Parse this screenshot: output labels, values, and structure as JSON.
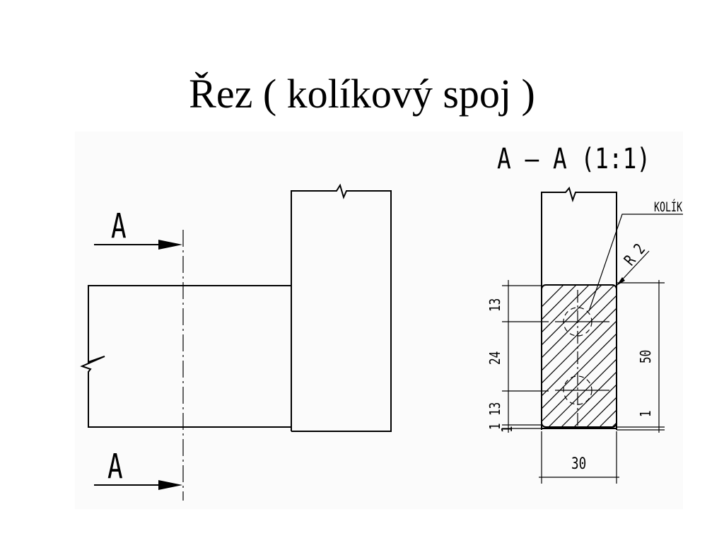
{
  "title": "Řez ( kolíkový spoj )",
  "section_view": {
    "label": "A – A (1:1)",
    "pin_label": "KOLÍK",
    "radius_label": "R 2"
  },
  "section_markers": {
    "top": "A",
    "bottom": "A"
  },
  "dimensions": {
    "left": [
      "13",
      "24",
      "13",
      "1",
      "1"
    ],
    "height": "50",
    "gap": "1",
    "width": "30"
  }
}
